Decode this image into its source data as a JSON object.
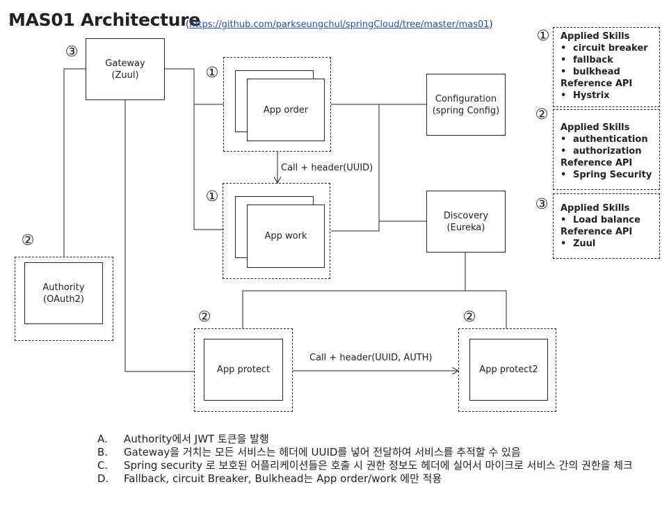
{
  "header": {
    "title": "MAS01 Architecture",
    "link_open": "(",
    "link_url": "https://github.com/parkseungchul/springCloud/tree/master/mas01",
    "link_close": ")"
  },
  "nodes": {
    "gateway": "Gateway\n(Zuul)",
    "app_order": "App order",
    "app_work": "App work",
    "configuration": "Configuration\n(spring Config)",
    "discovery": "Discovery\n(Eureka)",
    "authority": "Authority\n(OAuth2)",
    "app_protect": "App protect",
    "app_protect2": "App protect2"
  },
  "markers": {
    "gateway": "③",
    "app_order": "①",
    "app_work": "①",
    "authority": "②",
    "app_protect": "②",
    "app_protect2": "②"
  },
  "edge_labels": {
    "order_to_work": "Call + header(UUID)",
    "protect_to_protect2": "Call + header(UUID, AUTH)"
  },
  "legend": [
    {
      "marker": "①",
      "skills_title": "Applied Skills",
      "skills": [
        "circuit breaker",
        "fallback",
        "bulkhead"
      ],
      "api_title": "Reference API",
      "apis": [
        "Hystrix"
      ]
    },
    {
      "marker": "②",
      "skills_title": "Applied Skills",
      "skills": [
        "authentication",
        "authorization"
      ],
      "api_title": "Reference API",
      "apis": [
        "Spring Security"
      ]
    },
    {
      "marker": "③",
      "skills_title": "Applied Skills",
      "skills": [
        "Load balance"
      ],
      "api_title": "Reference API",
      "apis": [
        "Zuul"
      ]
    }
  ],
  "notes": [
    {
      "mark": "A.",
      "text": "Authority에서 JWT 토큰을 발행"
    },
    {
      "mark": "B.",
      "text": "Gateway을 거치는 모든 서비스는 헤더에 UUID를 넣어 전달하여 서비스를 추적할 수 있음"
    },
    {
      "mark": "C.",
      "text": "Spring security 로 보호된 어플리케이션들은 호출 시 권한 정보도 헤더에 실어서 마이크로 서비스 간의 권한을 체크"
    },
    {
      "mark": "D.",
      "text": "Fallback, circuit Breaker, Bulkhead는 App order/work 에만 적용"
    }
  ]
}
